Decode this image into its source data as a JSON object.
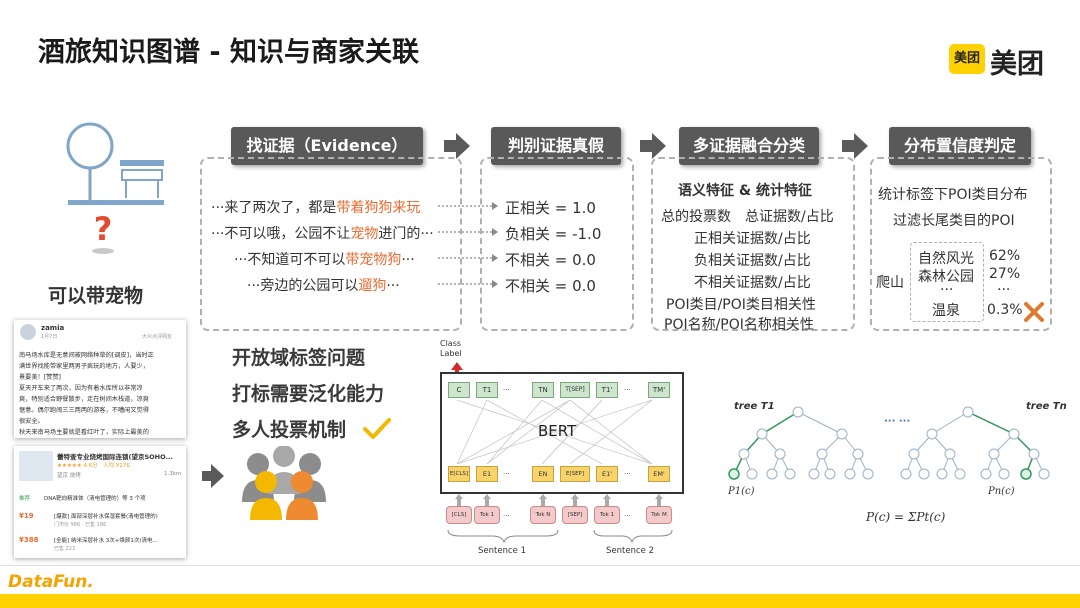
{
  "title": "酒旅知识图谱 - 知识与商家关联",
  "brand": {
    "badge": "美团",
    "name": "美团"
  },
  "stages": [
    "找证据（Evidence）",
    "判别证据真假",
    "多证据融合分类",
    "分布置信度判定"
  ],
  "left_caption": "可以带宠物",
  "evidence": [
    {
      "pre": "···来了两次了，都是",
      "hl": "带着狗狗来玩",
      "post": ""
    },
    {
      "pre": "···不可以哦，公园不让",
      "hl": "宠物",
      "post": "进门的···"
    },
    {
      "pre": "···不知道可不可以",
      "hl": "带宠物狗",
      "post": "···"
    },
    {
      "pre": "···旁边的公园可以",
      "hl": "遛狗",
      "post": "···"
    }
  ],
  "judgements": [
    "正相关 = 1.0",
    "负相关 = -1.0",
    "不相关 = 0.0",
    "不相关 = 0.0"
  ],
  "features": {
    "header": "语义特征 & 统计特征",
    "items": [
      "总的投票数　总证据数/占比",
      "正相关证据数/占比",
      "负相关证据数/占比",
      "不相关证据数/占比",
      "POI类目/POI类目相关性",
      "POI名称/POI名称相关性"
    ]
  },
  "confidence": {
    "line1": "统计标签下POI类目分布",
    "line2": "过滤长尾类目的POI",
    "root": "爬山",
    "categories": [
      "自然风光",
      "森林公园",
      "···",
      "温泉"
    ],
    "values": [
      "62%",
      "27%",
      "···",
      "0.3%"
    ]
  },
  "review": {
    "user": "zamia",
    "meta": "1月7日",
    "source": "大众点评网友",
    "lines": [
      "南马场水库是无意间被网络种草的[调皮]，当时正",
      "满世界找能带家里两男子疯玩的地方，人要少，",
      "景要美！[赞赞]",
      "夏天开车来了两次，因为有着水库所以非常凉",
      "爽，特别适合野餐散步，走在树间木栈道，凉爽",
      "惬意。偶尔跑闹三三两两的游客，不嘈闲又觉得",
      "很安全。",
      "秋天来南马场主要就是看红叶了，实际上最美的"
    ]
  },
  "listing": {
    "name": "蕾特查专业烧烤国际连锁(望京SOHO...",
    "rating": "★★★★★ 4.6分　人均 ¥276",
    "area": "望京 烧烤",
    "dist": "1.3km",
    "tag": "推荐",
    "desc": "DNA靶向精准体（清电管理的）等 3 个项",
    "deals": [
      {
        "price": "¥19",
        "text": "[爆款] 面部深层补水保湿套餐(清电管理的)",
        "sub": "门市价 ¥86　已售 186"
      },
      {
        "price": "¥388",
        "text": "[全能] 纳米深层补水 3次+焕颜1次(清电...",
        "sub": "已售 223"
      }
    ]
  },
  "notes": [
    "开放域标签问题",
    "打标需要泛化能力",
    "多人投票机制"
  ],
  "bert": {
    "class_label": "Class\nLabel",
    "top_tokens": [
      "C",
      "T1",
      "...",
      "TN",
      "T[SEP]",
      "T1'",
      "...",
      "TM'"
    ],
    "model": "BERT",
    "emb_tokens": [
      "E[CLS]",
      "E1",
      "...",
      "EN",
      "E[SEP]",
      "E1'",
      "...",
      "EM'"
    ],
    "input_tokens": [
      "[CLS]",
      "Tok 1",
      "...",
      "Tok N",
      "[SEP]",
      "Tok 1",
      "...",
      "Tok M"
    ],
    "sentence1": "Sentence 1",
    "sentence2": "Sentence 2"
  },
  "forest": {
    "tree1": "tree T1",
    "treen": "tree Tn",
    "dots": "···  ···",
    "p1": "P1(c)",
    "pn": "Pn(c)",
    "formula": "P(c) = ΣPt(c)"
  },
  "footer": {
    "logo": "DataFun."
  },
  "colors": {
    "accent": "#ffd100",
    "highlight": "#ee6a30",
    "stage": "#595959",
    "check": "#f5b800",
    "cross": "#e07a2f"
  }
}
